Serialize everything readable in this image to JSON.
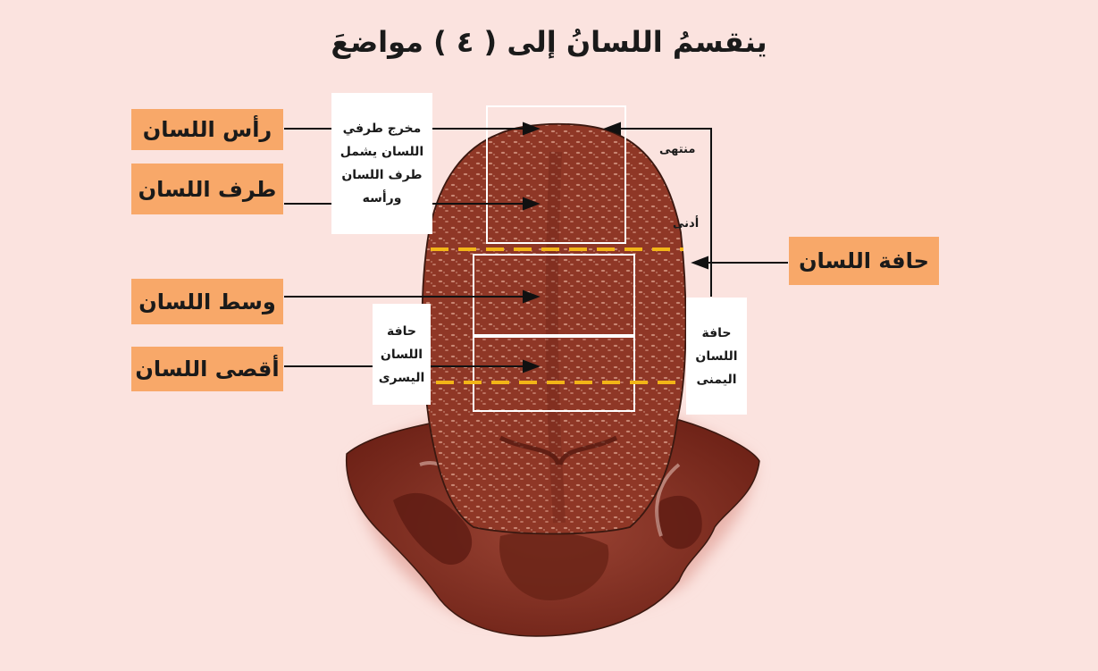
{
  "title": "ينقسمُ اللسانُ إلى ( ٤ ) مواضعَ",
  "labels": {
    "tip": "رأس اللسان",
    "blade": "طرف اللسان",
    "middle": "وسط اللسان",
    "back": "أقصى اللسان",
    "edge": "حافة اللسان"
  },
  "notes": {
    "tip_exit": "مخرج طرفي اللسان يشمل طرف اللسان ورأسه",
    "left_edge": "حافة اللسان اليسرى",
    "right_edge": "حافة اللسان اليمنى"
  },
  "edge_markers": {
    "end": "منتهى",
    "start": "أدنى"
  },
  "colors": {
    "background": "#fbe3df",
    "label_box": "#f8a869",
    "tongue": "#8b3324",
    "dashed_line": "#f2b517"
  }
}
